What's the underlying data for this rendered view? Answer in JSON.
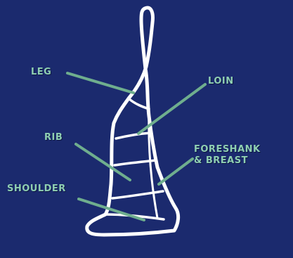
{
  "labels": {
    "leg": "LEG",
    "loin": "LOIN",
    "rib": "RIB",
    "foreshank_line1": "FORESHANK",
    "foreshank_line2": "& BREAST",
    "shoulder": "SHOULDER"
  },
  "colors": {
    "background": "#1b2a6e",
    "outline": "#ffffff",
    "label_text": "#8fcfb2",
    "leader_line": "#6fae8e"
  }
}
